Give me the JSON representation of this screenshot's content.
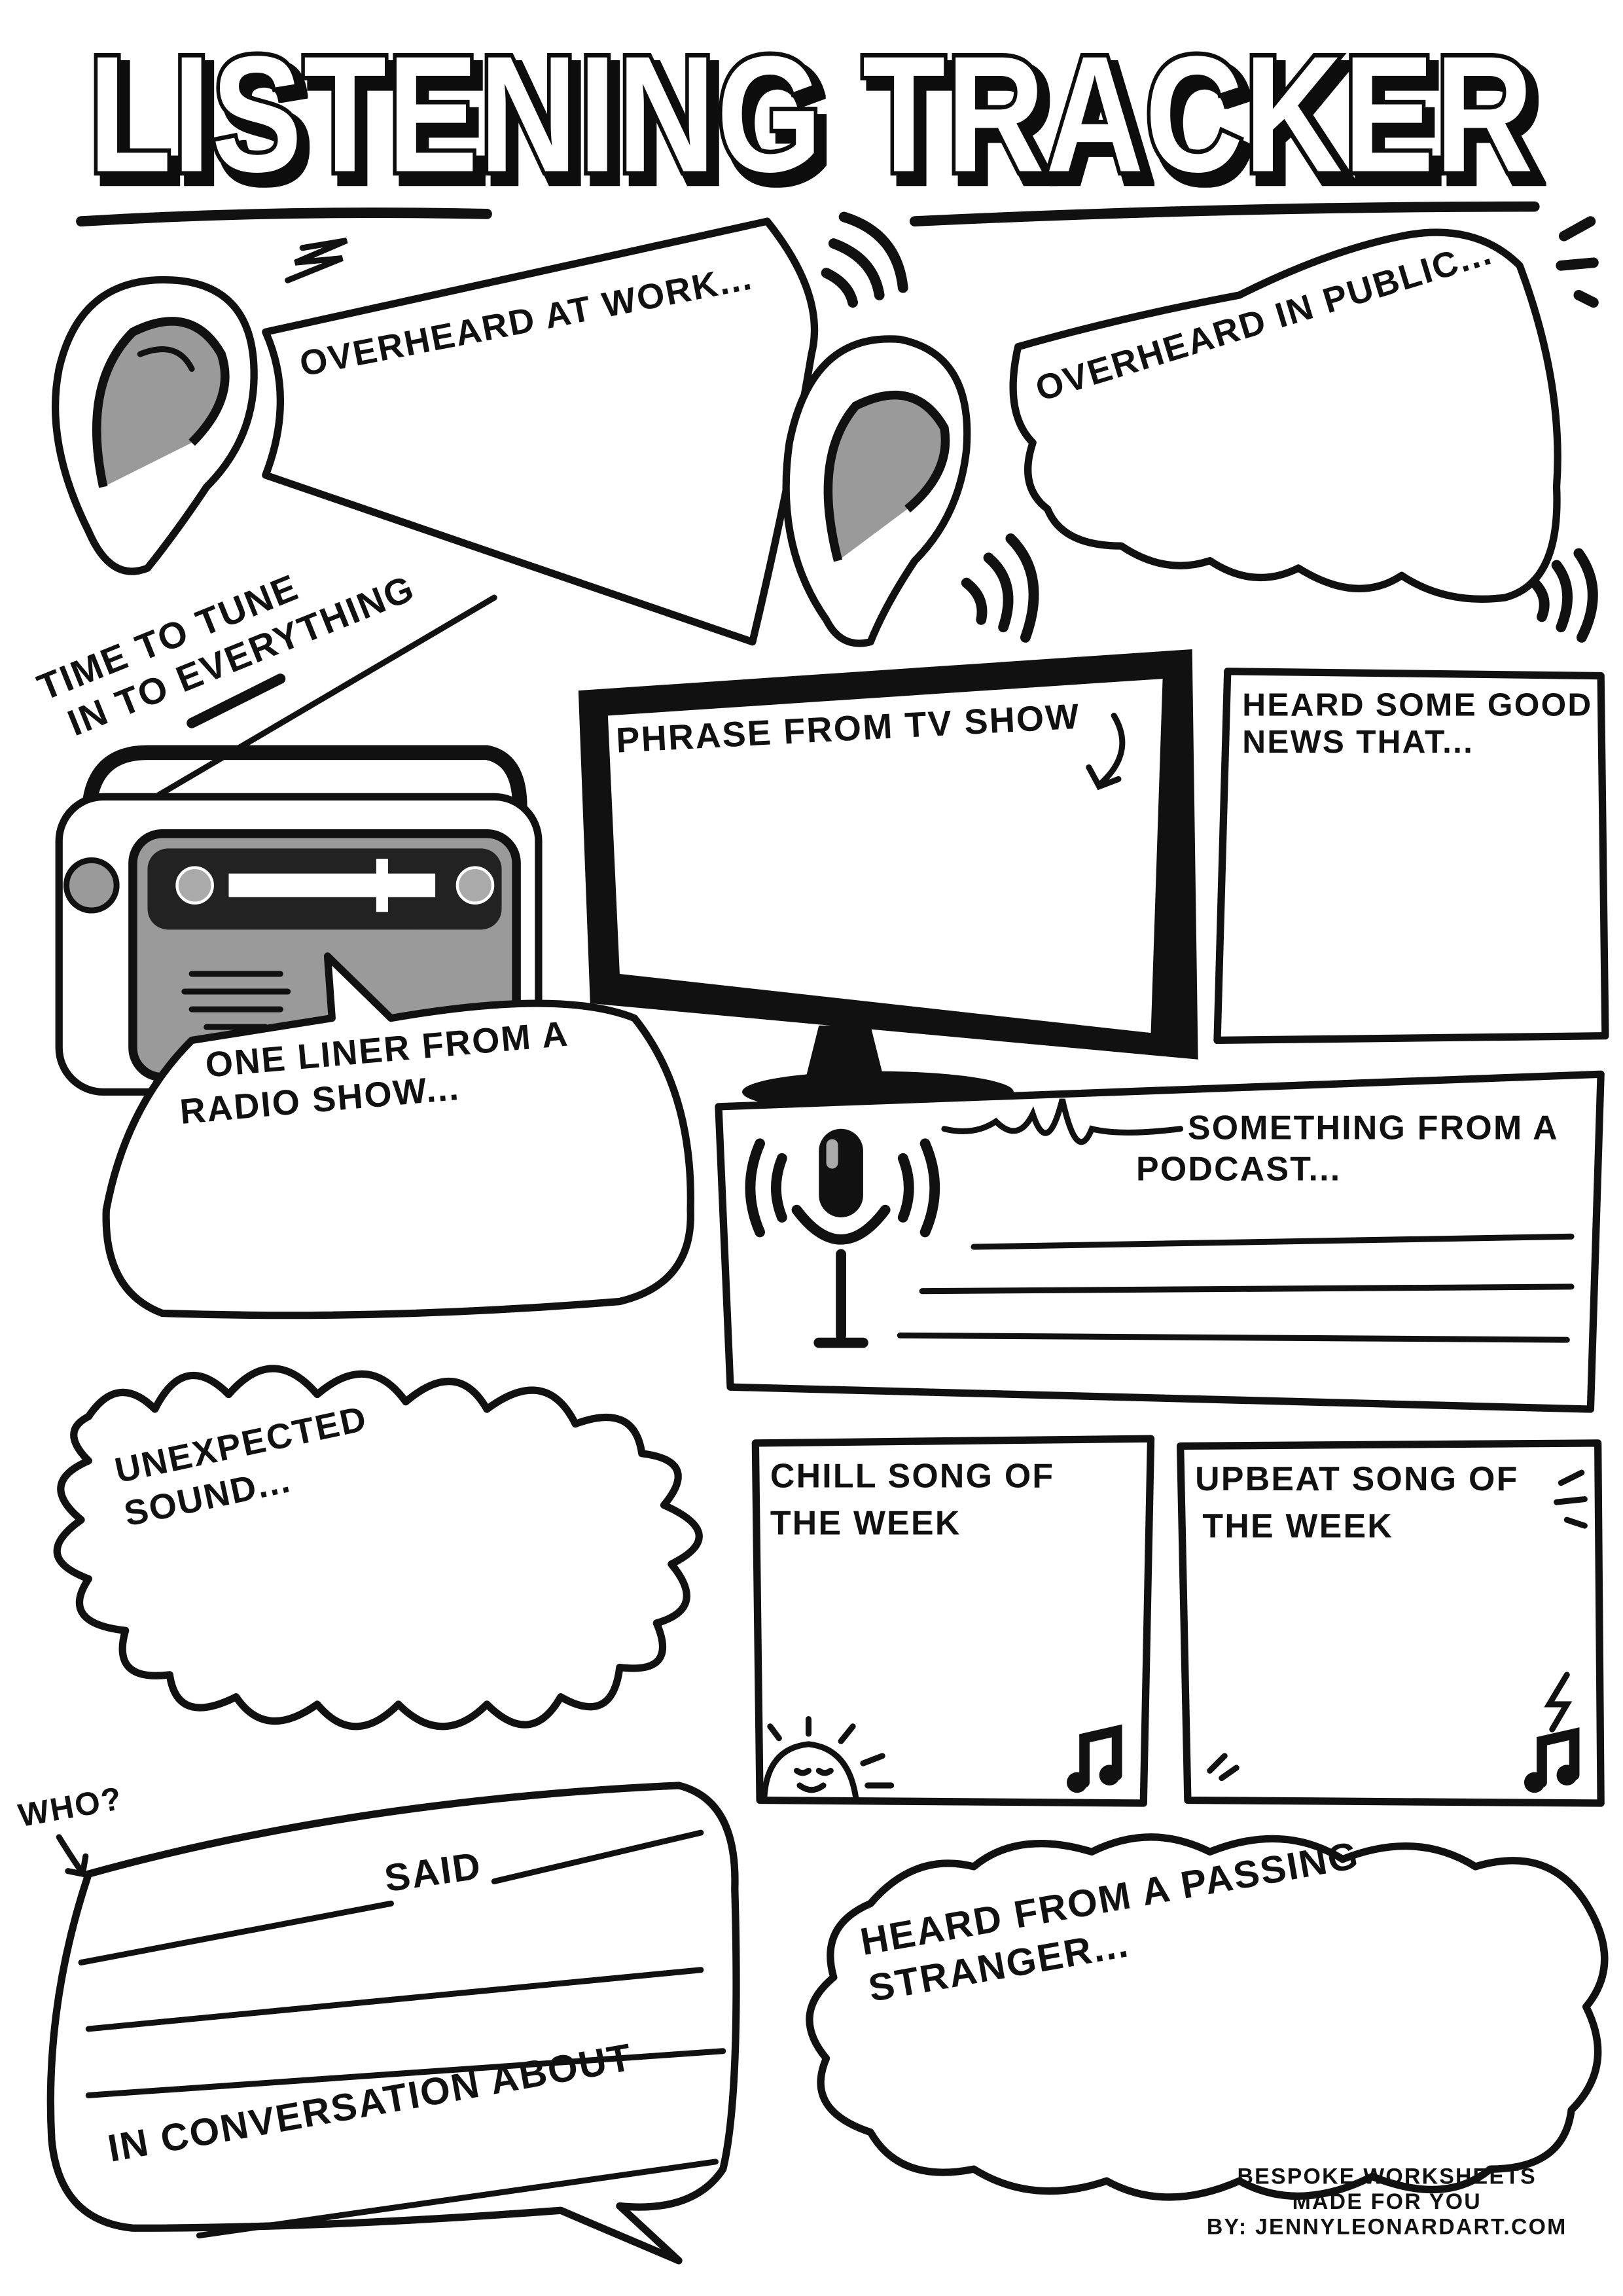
{
  "title": "LISTENING TRACKER",
  "sections": {
    "work": "OVERHEARD AT WORK...",
    "public": "OVERHEARD IN PUBLIC...",
    "tune_in": [
      "TIME TO TUNE",
      "IN TO EVERYTHING"
    ],
    "radio": [
      "ONE LINER FROM A",
      "RADIO SHOW..."
    ],
    "tv": "PHRASE FROM TV SHOW",
    "good_news": [
      "HEARD SOME GOOD",
      "NEWS THAT..."
    ],
    "podcast": [
      "SOMETHING FROM A",
      "PODCAST..."
    ],
    "unexpected": [
      "UNEXPECTED",
      "SOUND..."
    ],
    "chill": [
      "CHILL SONG OF",
      "THE WEEK"
    ],
    "upbeat": [
      "UPBEAT SONG OF",
      "THE WEEK"
    ],
    "who": "WHO?",
    "said": "SAID",
    "conversation": "IN CONVERSATION ABOUT",
    "stranger": [
      "HEARD FROM A PASSING",
      "STRANGER..."
    ]
  },
  "icons": [
    "ear-icon",
    "radio-icon",
    "tv-icon",
    "microphone-icon",
    "sun-icon",
    "music-note-icon",
    "lightning-icon"
  ],
  "footer": [
    "BESPOKE WORKSHEETS",
    "MADE FOR YOU",
    "BY: JENNYLEONARDART.COM"
  ],
  "colors": {
    "ink": "#111111",
    "shade": "#9a9a9a",
    "paper": "#ffffff"
  }
}
